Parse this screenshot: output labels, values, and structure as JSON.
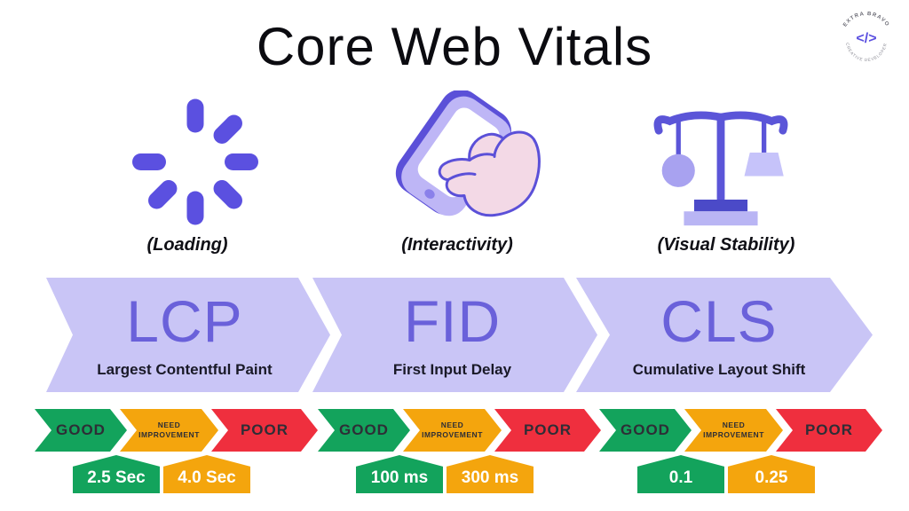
{
  "title": "Core Web Vitals",
  "brand": {
    "arc_top": "EXTRA BRAVO",
    "arc_bottom": "CREATIVE DEVELOPER",
    "glyph": "</>"
  },
  "colors": {
    "icon_purple": "#5b50e0",
    "banner_lavender": "#c9c5f6",
    "acronym_purple": "#6a61da",
    "good_green": "#13a35c",
    "need_amber": "#f4a50d",
    "poor_red": "#ef2f3e"
  },
  "scale_labels": {
    "good": "GOOD",
    "need_line1": "NEED",
    "need_line2": "IMPROVEMENT",
    "poor": "POOR"
  },
  "metrics": [
    {
      "category": "(Loading)",
      "icon": "loading-spinner-icon",
      "acronym": "LCP",
      "full_name": "Largest Contentful Paint",
      "good_threshold": "2.5 Sec",
      "need_threshold": "4.0 Sec"
    },
    {
      "category": "(Interactivity)",
      "icon": "touch-phone-icon",
      "acronym": "FID",
      "full_name": "First Input Delay",
      "good_threshold": "100 ms",
      "need_threshold": "300 ms"
    },
    {
      "category": "(Visual Stability)",
      "icon": "balance-scale-icon",
      "acronym": "CLS",
      "full_name": "Cumulative Layout Shift",
      "good_threshold": "0.1",
      "need_threshold": "0.25"
    }
  ]
}
